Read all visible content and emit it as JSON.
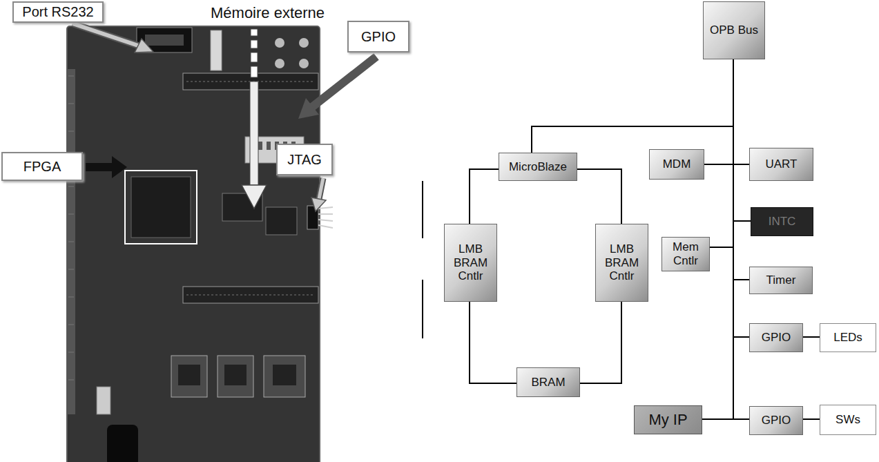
{
  "diagram": {
    "nodes": [
      {
        "text": [
          "Port RS232"
        ]
      },
      {
        "text": [
          "GPIO"
        ]
      },
      {
        "text": [
          "FPGA"
        ]
      },
      {
        "text": [
          "JTAG"
        ]
      },
      {
        "text": [
          "OPB Bus"
        ]
      },
      {
        "text": [
          "MicroBlaze"
        ]
      },
      {
        "text": [
          "MDM"
        ]
      },
      {
        "text": [
          "UART"
        ]
      },
      {
        "text": [
          "INTC"
        ]
      },
      {
        "text": [
          "Mem Cntlr"
        ]
      },
      {
        "text": [
          "LMB BRAM Cntlr"
        ]
      },
      {
        "text": [
          "LMB BRAM Cntlr"
        ]
      },
      {
        "text": [
          "Timer"
        ]
      },
      {
        "text": [
          "GPIO"
        ]
      },
      {
        "text": [
          "LEDs"
        ]
      },
      {
        "text": [
          "BRAM"
        ]
      },
      {
        "text": [
          "My IP"
        ]
      },
      {
        "text": [
          "GPIO"
        ]
      },
      {
        "text": [
          "SWs"
        ]
      }
    ],
    "edges": [
      {
        "from": 4,
        "to": 5,
        "arrow": "none"
      },
      {
        "from": 4,
        "to": 6,
        "arrow": "none"
      },
      {
        "from": 4,
        "to": 7,
        "arrow": "none"
      },
      {
        "from": 4,
        "to": 8,
        "arrow": "none"
      },
      {
        "from": 4,
        "to": 9,
        "arrow": "none"
      },
      {
        "from": 4,
        "to": 12,
        "arrow": "none"
      },
      {
        "from": 4,
        "to": 13,
        "arrow": "none"
      },
      {
        "from": 4,
        "to": 16,
        "arrow": "none"
      },
      {
        "from": 4,
        "to": 17,
        "arrow": "none"
      },
      {
        "from": 5,
        "to": 10,
        "arrow": "none"
      },
      {
        "from": 5,
        "to": 11,
        "arrow": "none"
      },
      {
        "from": 10,
        "to": 15,
        "arrow": "none"
      },
      {
        "from": 11,
        "to": 15,
        "arrow": "none"
      },
      {
        "from": 13,
        "to": 14,
        "arrow": "none"
      },
      {
        "from": 17,
        "to": 18,
        "arrow": "none"
      }
    ],
    "labels": [
      "Mémoire externe"
    ]
  }
}
